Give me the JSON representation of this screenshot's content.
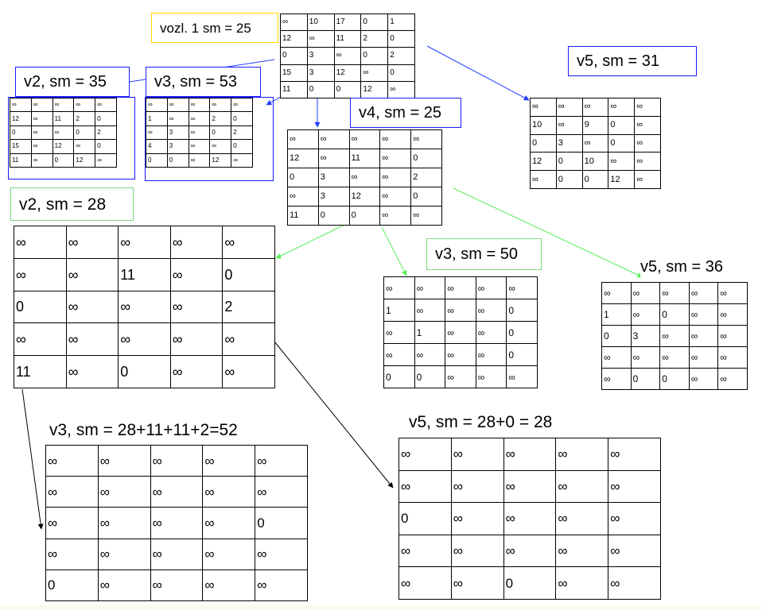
{
  "colors": {
    "root_label_border": "#ffd700",
    "blue_label_border": "#1a1aff",
    "green_label_border": "#7ed77e",
    "blue_arrow": "#2040ff",
    "green_arrow": "#55ee55",
    "black_arrow": "#000000"
  },
  "nodes": {
    "root": {
      "label": "vozl. 1 sm = 25",
      "rows": [
        [
          "∞",
          "10",
          "17",
          "0",
          "1"
        ],
        [
          "12",
          "∞",
          "11",
          "2",
          "0"
        ],
        [
          "0",
          "3",
          "∞",
          "0",
          "2"
        ],
        [
          "15",
          "3",
          "12",
          "∞",
          "0"
        ],
        [
          "11",
          "0",
          "0",
          "12",
          "∞"
        ]
      ]
    },
    "v2_a": {
      "label": "v2, sm = 35",
      "rows": [
        [
          "∞",
          "∞",
          "∞",
          "∞",
          "∞"
        ],
        [
          "12",
          "∞",
          "11",
          "2",
          "0"
        ],
        [
          "0",
          "∞",
          "∞",
          "0",
          "2"
        ],
        [
          "15",
          "∞",
          "12",
          "∞",
          "0"
        ],
        [
          "11",
          "∞",
          "0",
          "12",
          "∞"
        ]
      ]
    },
    "v3_a": {
      "label": "v3, sm = 53",
      "rows": [
        [
          "∞",
          "∞",
          "∞",
          "∞",
          "∞"
        ],
        [
          "1",
          "∞",
          "∞",
          "2",
          "0"
        ],
        [
          "∞",
          "3",
          "∞",
          "0",
          "2"
        ],
        [
          "4",
          "3",
          "∞",
          "∞",
          "0"
        ],
        [
          "0",
          "0",
          "∞",
          "12",
          "∞"
        ]
      ]
    },
    "v4": {
      "label": "v4, sm = 25",
      "rows": [
        [
          "∞",
          "∞",
          "∞",
          "∞",
          "∞"
        ],
        [
          "12",
          "∞",
          "11",
          "∞",
          "0"
        ],
        [
          "0",
          "3",
          "∞",
          "∞",
          "2"
        ],
        [
          "∞",
          "3",
          "12",
          "∞",
          "0"
        ],
        [
          "11",
          "0",
          "0",
          "∞",
          "∞"
        ]
      ]
    },
    "v5_a": {
      "label": "v5, sm = 31",
      "rows": [
        [
          "∞",
          "∞",
          "∞",
          "∞",
          "∞"
        ],
        [
          "10",
          "∞",
          "9",
          "0",
          "∞"
        ],
        [
          "0",
          "3",
          "∞",
          "0",
          "∞"
        ],
        [
          "12",
          "0",
          "10",
          "∞",
          "∞"
        ],
        [
          "∞",
          "0",
          "0",
          "12",
          "∞"
        ]
      ]
    },
    "v2_b": {
      "label": "v2, sm = 28",
      "rows": [
        [
          "∞",
          "∞",
          "∞",
          "∞",
          "∞"
        ],
        [
          "∞",
          "∞",
          "11",
          "∞",
          "0"
        ],
        [
          "0",
          "∞",
          "∞",
          "∞",
          "2"
        ],
        [
          "∞",
          "∞",
          "∞",
          "∞",
          "∞"
        ],
        [
          "11",
          "∞",
          "0",
          "∞",
          "∞"
        ]
      ]
    },
    "v3_b": {
      "label": "v3, sm = 50",
      "rows": [
        [
          "∞",
          "∞",
          "∞",
          "∞",
          "∞"
        ],
        [
          "1",
          "∞",
          "∞",
          "∞",
          "0"
        ],
        [
          "∞",
          "1",
          "∞",
          "∞",
          "0"
        ],
        [
          "∞",
          "∞",
          "∞",
          "∞",
          "0"
        ],
        [
          "0",
          "0",
          "∞",
          "∞",
          "∞"
        ]
      ]
    },
    "v5_b": {
      "label": "v5, sm = 36",
      "rows": [
        [
          "∞",
          "∞",
          "∞",
          "∞",
          "∞"
        ],
        [
          "1",
          "∞",
          "0",
          "∞",
          "∞"
        ],
        [
          "0",
          "3",
          "∞",
          "∞",
          "∞"
        ],
        [
          "∞",
          "∞",
          "∞",
          "∞",
          "∞"
        ],
        [
          "∞",
          "0",
          "0",
          "∞",
          "∞"
        ]
      ]
    },
    "v3_c": {
      "label": "v3, sm = 28+11+11+2=52",
      "rows": [
        [
          "∞",
          "∞",
          "∞",
          "∞",
          "∞"
        ],
        [
          "∞",
          "∞",
          "∞",
          "∞",
          "∞"
        ],
        [
          "∞",
          "∞",
          "∞",
          "∞",
          "0"
        ],
        [
          "∞",
          "∞",
          "∞",
          "∞",
          "∞"
        ],
        [
          "0",
          "∞",
          "∞",
          "∞",
          "∞"
        ]
      ]
    },
    "v5_c": {
      "label": "v5, sm = 28+0 = 28",
      "rows": [
        [
          "∞",
          "∞",
          "∞",
          "∞",
          "∞"
        ],
        [
          "∞",
          "∞",
          "∞",
          "∞",
          "∞"
        ],
        [
          "0",
          "∞",
          "∞",
          "∞",
          "∞"
        ],
        [
          "∞",
          "∞",
          "∞",
          "∞",
          "∞"
        ],
        [
          "∞",
          "∞",
          "0",
          "∞",
          "∞"
        ]
      ]
    }
  }
}
